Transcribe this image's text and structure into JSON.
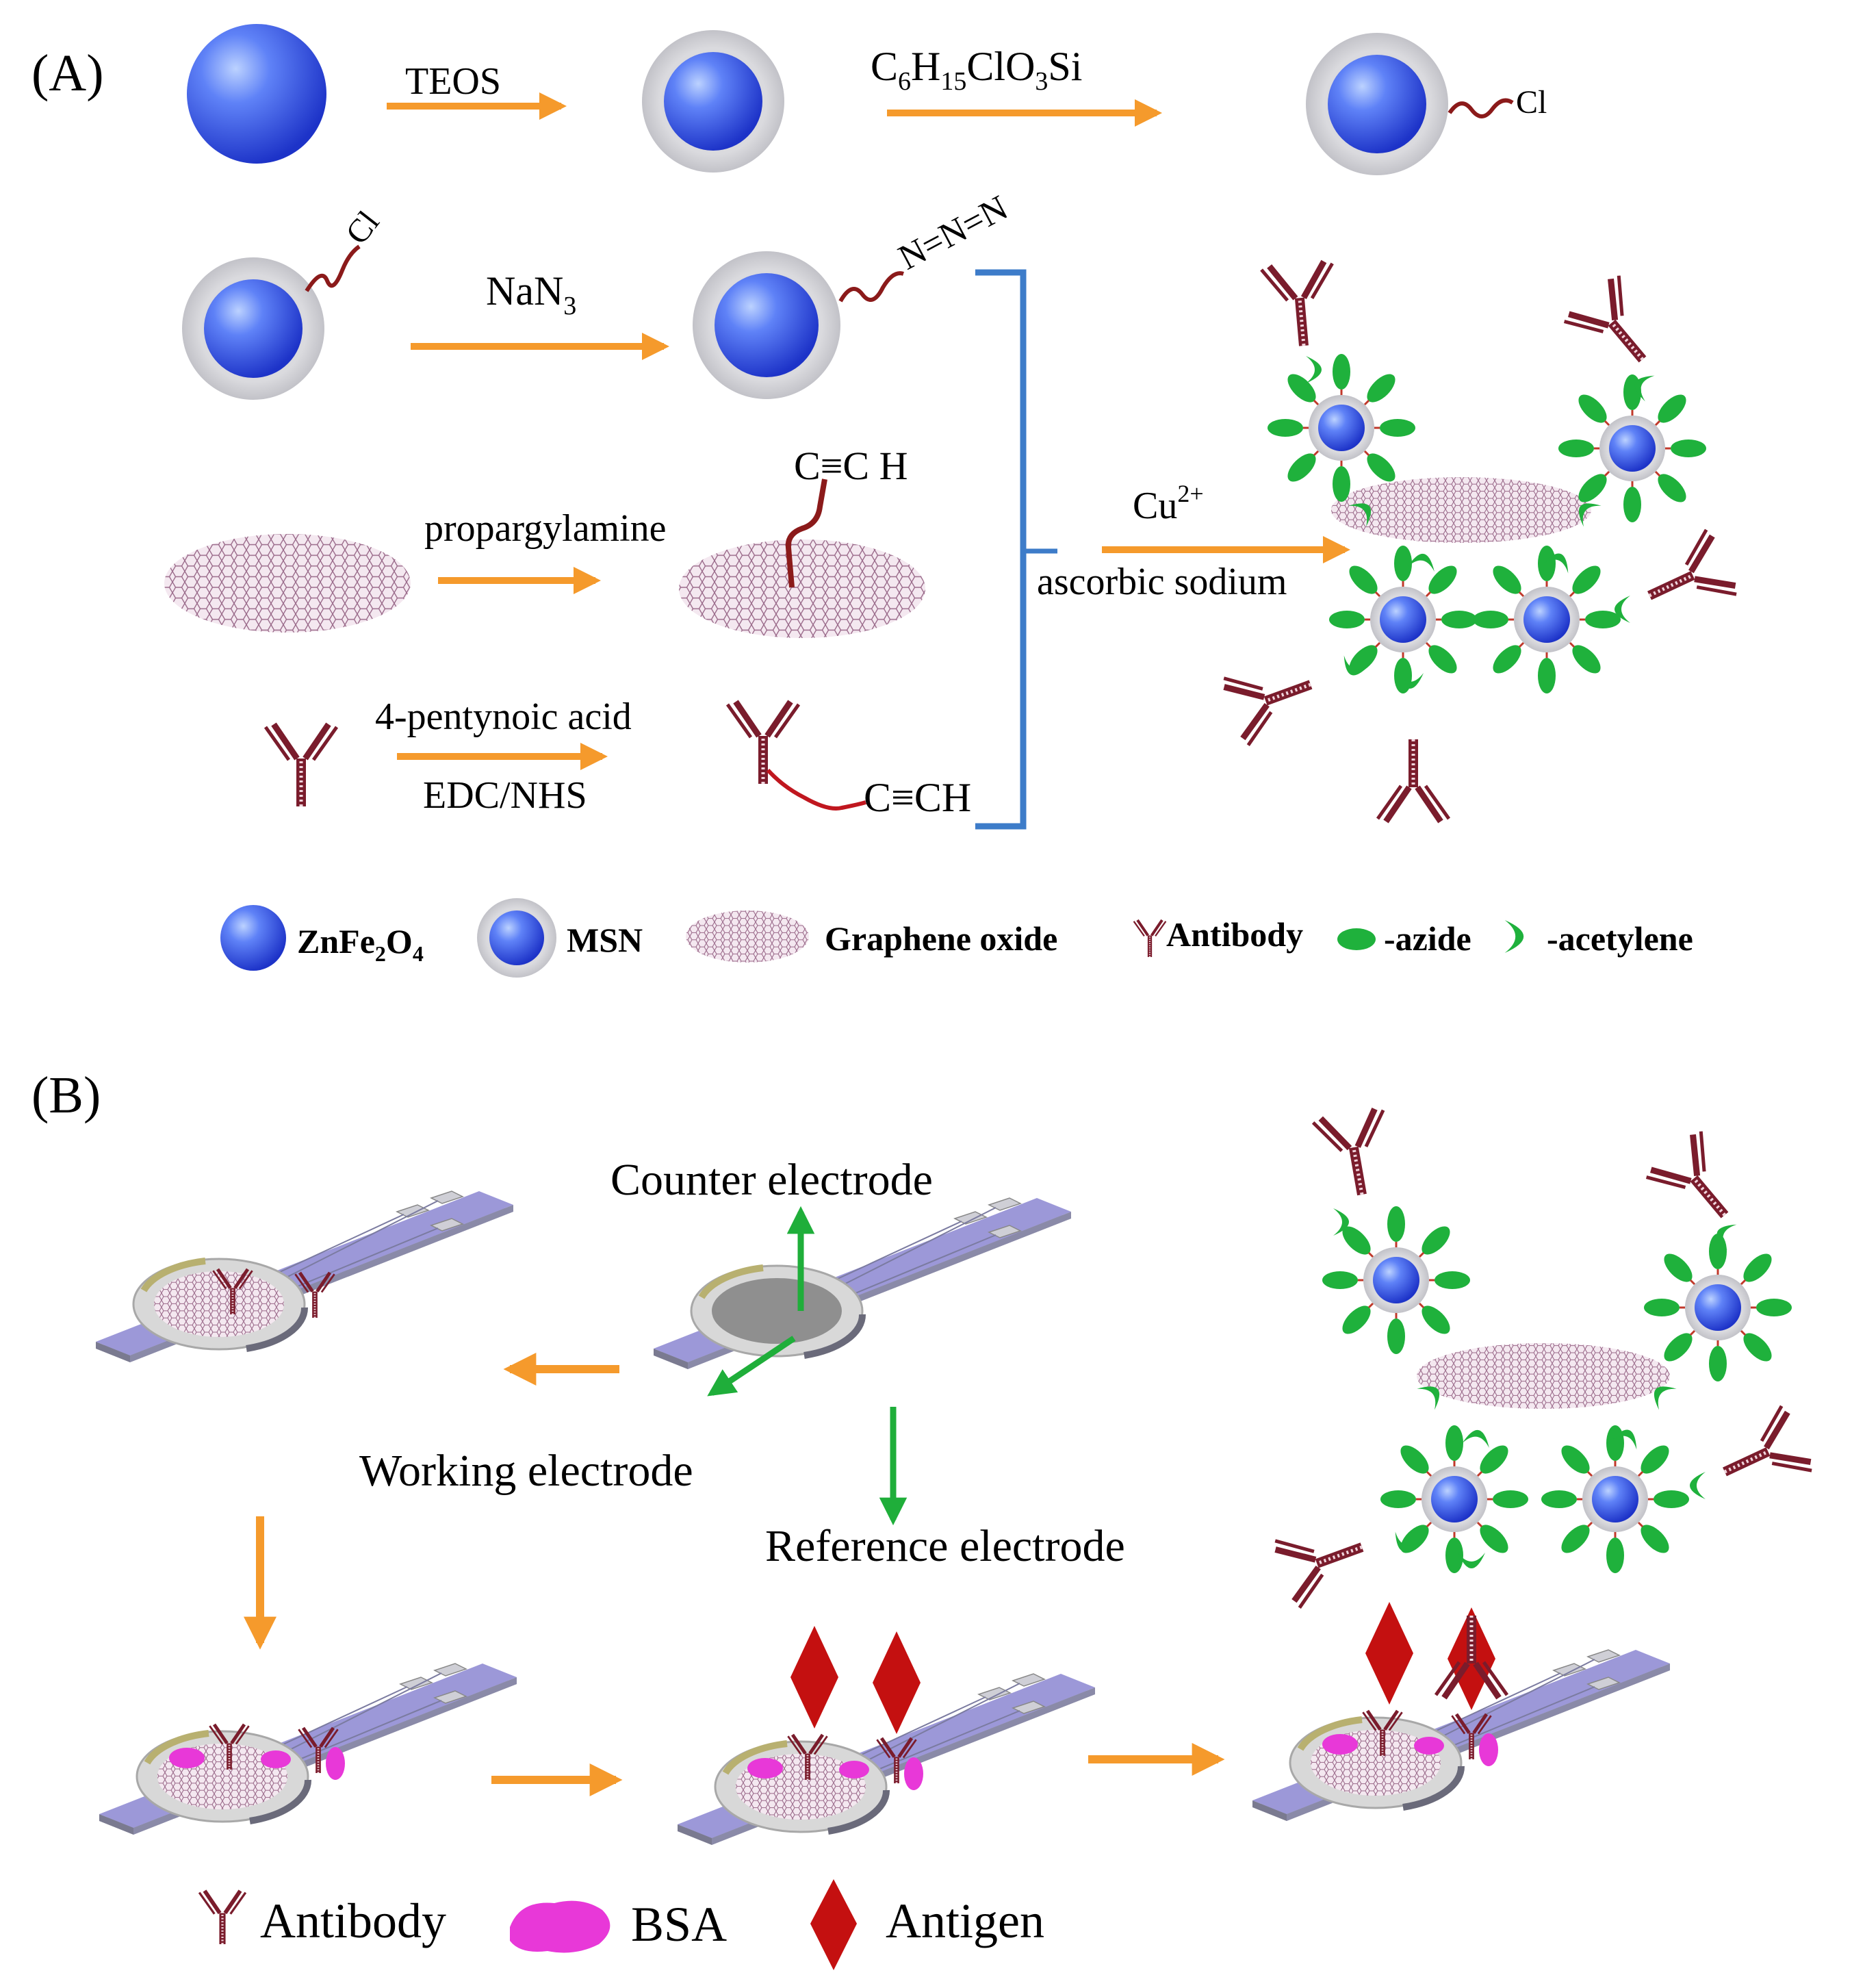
{
  "panel_a": {
    "label": "(A)",
    "reagents": {
      "teos": "TEOS",
      "silane_base": "C",
      "silane_sub1": "6",
      "silane_mid1": "H",
      "silane_sub2": "15",
      "silane_mid2": "ClO",
      "silane_sub3": "3",
      "silane_end": "Si",
      "nan3_base": "NaN",
      "nan3_sub": "3",
      "propargylamine": "propargylamine",
      "pentynoic": "4-pentynoic acid",
      "edc_nhs": "EDC/NHS",
      "cu_base": "Cu",
      "cu_sup": "2+",
      "ascorbic": "ascorbic sodium"
    },
    "groups": {
      "cl": "Cl",
      "azide": "N=N=N",
      "alkyne_go": "C≡C H",
      "alkyne_ab": "C≡CH"
    },
    "legend": {
      "znfe_base": "ZnFe",
      "znfe_sub1": "2",
      "znfe_mid": "O",
      "znfe_sub2": "4",
      "msn": "MSN",
      "go": "Graphene oxide",
      "antibody": "Antibody",
      "azide": "-azide",
      "acetylene": "-acetylene"
    }
  },
  "panel_b": {
    "label": "(B)",
    "electrodes": {
      "counter": "Counter electrode",
      "working": "Working electrode",
      "reference": "Reference electrode"
    },
    "legend": {
      "antibody": "Antibody",
      "bsa": "BSA",
      "antigen": "Antigen"
    }
  },
  "colors": {
    "sphere_blue": "#3b5bf0",
    "shell_grey": "#d4d4d8",
    "arrow_orange": "#f59a2c",
    "linker_red": "#8b1a1a",
    "bracket_blue": "#3d7cc9",
    "green_azide": "#1fb13c",
    "chip_purple": "#9c98d8",
    "bsa_magenta": "#e838d8",
    "antigen_red": "#c41010",
    "electrode_arrow_green": "#1fae3a"
  }
}
